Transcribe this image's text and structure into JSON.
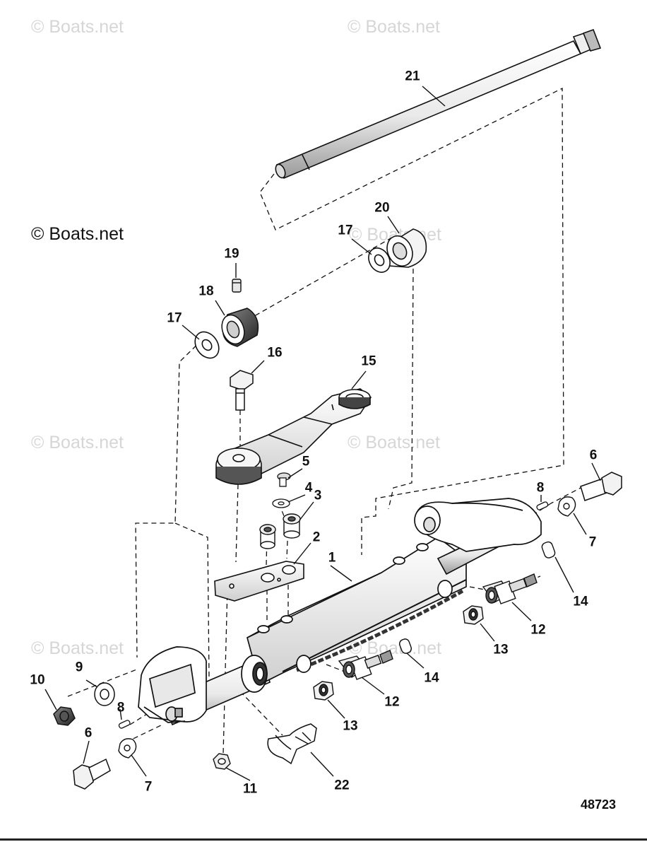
{
  "watermarks": {
    "faint": "© Boats.net",
    "main": "© Boats.net"
  },
  "figure_number": "48723",
  "callouts": [
    {
      "id": "c1",
      "label": "1"
    },
    {
      "id": "c2",
      "label": "2"
    },
    {
      "id": "c3",
      "label": "3"
    },
    {
      "id": "c4",
      "label": "4"
    },
    {
      "id": "c5",
      "label": "5"
    },
    {
      "id": "c6a",
      "label": "6"
    },
    {
      "id": "c6b",
      "label": "6"
    },
    {
      "id": "c7a",
      "label": "7"
    },
    {
      "id": "c7b",
      "label": "7"
    },
    {
      "id": "c8a",
      "label": "8"
    },
    {
      "id": "c8b",
      "label": "8"
    },
    {
      "id": "c9",
      "label": "9"
    },
    {
      "id": "c10",
      "label": "10"
    },
    {
      "id": "c11",
      "label": "11"
    },
    {
      "id": "c12a",
      "label": "12"
    },
    {
      "id": "c12b",
      "label": "12"
    },
    {
      "id": "c13a",
      "label": "13"
    },
    {
      "id": "c13b",
      "label": "13"
    },
    {
      "id": "c14a",
      "label": "14"
    },
    {
      "id": "c14b",
      "label": "14"
    },
    {
      "id": "c15",
      "label": "15"
    },
    {
      "id": "c16",
      "label": "16"
    },
    {
      "id": "c17a",
      "label": "17"
    },
    {
      "id": "c17b",
      "label": "17"
    },
    {
      "id": "c18",
      "label": "18"
    },
    {
      "id": "c19",
      "label": "19"
    },
    {
      "id": "c20",
      "label": "20"
    },
    {
      "id": "c21",
      "label": "21"
    },
    {
      "id": "c22",
      "label": "22"
    }
  ]
}
